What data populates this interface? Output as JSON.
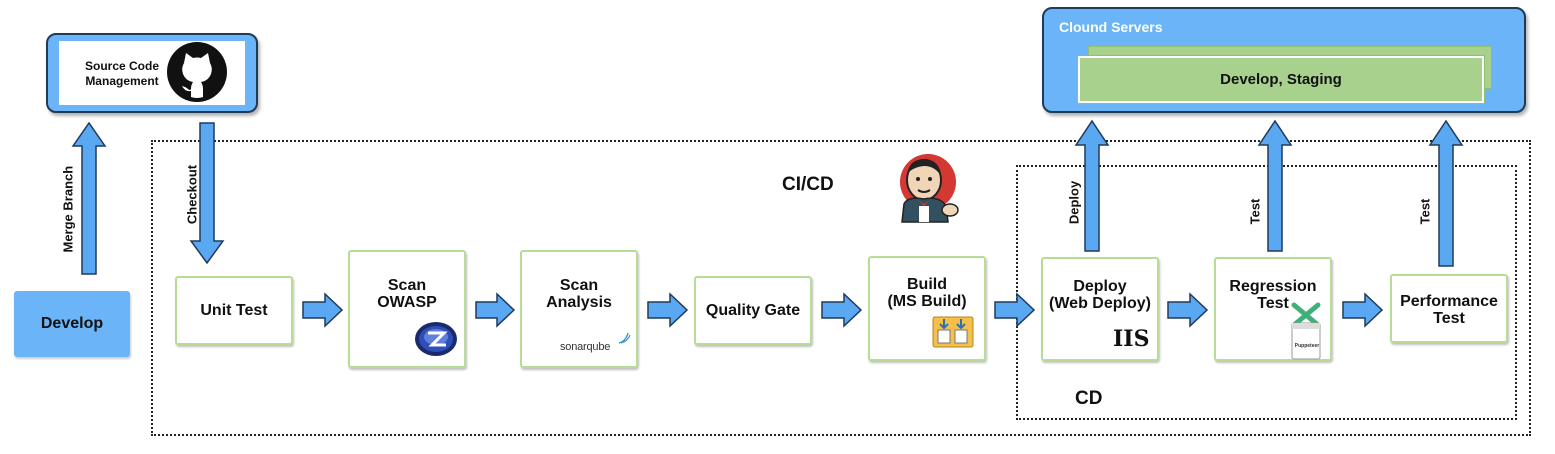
{
  "source": {
    "line1": "Source Code",
    "line2": "Management",
    "icon": "github-octocat-icon"
  },
  "develop": {
    "label": "Develop",
    "fill": "#6ab4f7"
  },
  "arrows": {
    "merge_branch": "Merge Branch",
    "checkout": "Checkout",
    "deploy": "Deploy",
    "test1": "Test",
    "test2": "Test"
  },
  "cloud": {
    "title": "Clound Servers",
    "env": "Develop, Staging",
    "fill": "#6ab4f7",
    "env_fill": "#a9d18e"
  },
  "cicd": {
    "title": "CI/CD",
    "cd_title": "CD",
    "logo": "jenkins-butler-icon"
  },
  "stages": {
    "unit_test": "Unit Test",
    "scan_owasp_1": "Scan",
    "scan_owasp_2": "OWASP",
    "scan_analysis_1": "Scan",
    "scan_analysis_2": "Analysis",
    "sonar_logo": "sonarqube",
    "quality_gate": "Quality Gate",
    "build_1": "Build",
    "build_2": "(MS Build)",
    "deploy_1": "Deploy",
    "deploy_2": "(Web Deploy)",
    "iis_logo": "IIS",
    "regression_1": "Regression",
    "regression_2": "Test",
    "puppeteer_logo": "Puppeteer",
    "performance_1": "Performance",
    "performance_2": "Test"
  },
  "colors": {
    "arrow_fill": "#5aa8f2",
    "arrow_stroke": "#1f3b5a",
    "box_border": "#b7dd95"
  }
}
